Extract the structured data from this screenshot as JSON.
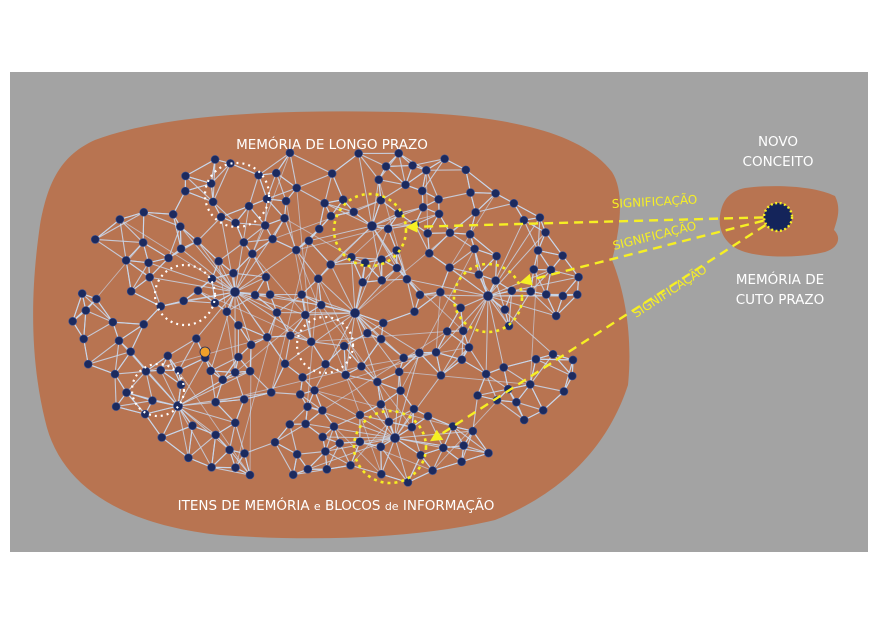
{
  "labels": {
    "long_term_title": "MEMÓRIA DE LONGO PRAZO",
    "new_concept_line1": "NOVO",
    "new_concept_line2": "CONCEITO",
    "short_term_line1": "MEMÓRIA DE",
    "short_term_line2": "CUTO PRAZO",
    "bottom_prefix": "ITENS DE MEMÓRIA",
    "bottom_e": "e",
    "bottom_blocks": "BLOCOS",
    "bottom_de": "de",
    "bottom_info": "INFORMAÇÃO",
    "arrow_labels": [
      "SIGNIFICAÇÃO",
      "SIGNIFICAÇÃO",
      "SIGNIFICAÇÃO"
    ]
  },
  "colors": {
    "background": "#a3a3a3",
    "blob": "#b87451",
    "node": "#1c2a5e",
    "edge": "#c9d9ee",
    "highlight": "#f6ef24",
    "label_text": "#ffffff",
    "concept_node": "#14245a",
    "special_node": "#f0a02a"
  }
}
